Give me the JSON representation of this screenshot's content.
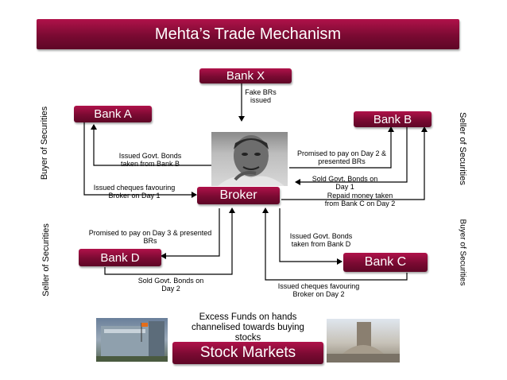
{
  "title": "Mehta’s Trade Mechanism",
  "nodes": {
    "bank_x": "Bank X",
    "bank_a": "Bank A",
    "bank_b": "Bank B",
    "broker": "Broker",
    "bank_d": "Bank D",
    "bank_c": "Bank C",
    "stock_markets": "Stock Markets"
  },
  "side_labels": {
    "buyer_left": "Buyer of Securities",
    "seller_left": "Seller of Securities",
    "seller_right": "Seller of Securities",
    "buyer_right": "Buyer of Securities"
  },
  "edge_labels": {
    "fake_brs": [
      "Fake BRs",
      "issued"
    ],
    "govt_bonds_a": [
      "Issued Govt. Bonds",
      "taken from Bank B"
    ],
    "cheques_a": [
      "Issued cheques favouring",
      "Broker on Day 1"
    ],
    "promised_b": [
      "Promised to pay on Day 2 &",
      "presented BRs"
    ],
    "sold_b": [
      "Sold Govt. Bonds on",
      "Day 1"
    ],
    "repaid_b": [
      "Repaid money taken",
      "from Bank C on Day 2"
    ],
    "promised_d": [
      "Promised to pay on Day 3 & presented",
      "BRs"
    ],
    "sold_d": [
      "Sold Govt. Bonds on",
      "Day 2"
    ],
    "govt_bonds_c": [
      "Issued Govt. Bonds",
      "taken from Bank D"
    ],
    "cheques_c": [
      "Issued cheques favouring",
      "Broker on Day 2"
    ],
    "excess_funds": [
      "Excess Funds on hands",
      "channelised towards buying",
      "stocks"
    ]
  }
}
